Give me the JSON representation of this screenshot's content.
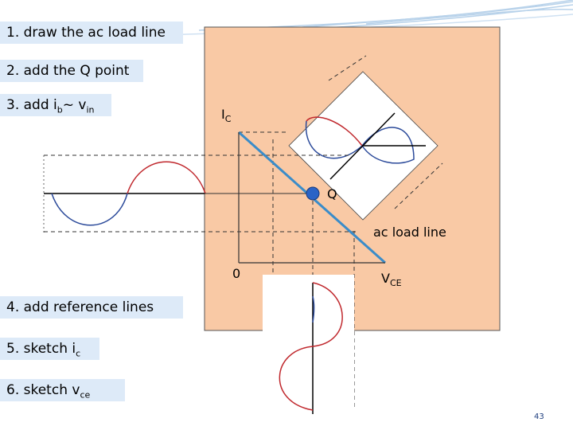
{
  "steps": [
    {
      "text": "1. draw the ac load line"
    },
    {
      "text": "2. add the Q point"
    },
    {
      "text": "3. add  i",
      "sub1": "b",
      "mid": "~ v",
      "sub2": "in"
    },
    {
      "text": "4. add reference lines"
    },
    {
      "text": "5. sketch i",
      "sub1": "c"
    },
    {
      "text": "6. sketch v",
      "sub1": "ce"
    }
  ],
  "labels": {
    "ic_main": "I",
    "ic_sub": "C",
    "q_point": "Q",
    "ac_load_line": "ac load line",
    "origin": "0",
    "vce_main": "V",
    "vce_sub": "CE"
  },
  "page_number": "43",
  "colors": {
    "panel_fill": "#f9c9a5",
    "step_fill": "#ddeaf8",
    "load_line": "#3a8cc9",
    "wave_red": "#c0282d",
    "wave_blue": "#2b4a9a",
    "q_dot": "#2a63c6"
  }
}
